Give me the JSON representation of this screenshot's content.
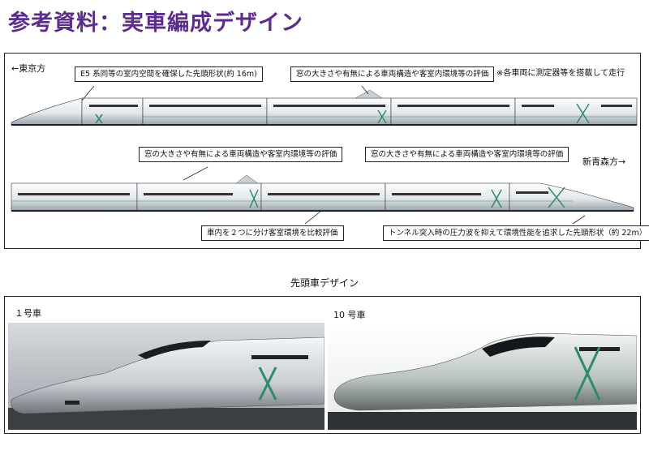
{
  "header": {
    "title": "参考資料：実車編成デザイン"
  },
  "formation": {
    "left_direction": "←東京方",
    "right_direction": "新青森方→",
    "note": "※各車両に測定器等を搭載して走行",
    "callouts": {
      "e5_nose": "E5 系同等の室内空間を確保した先頭形状(約 16m)",
      "window_top_1": "窓の大きさや有無による車両構造や客室内環境等の評価",
      "window_mid_left": "窓の大きさや有無による車両構造や客室内環境等の評価",
      "window_mid_right": "窓の大きさや有無による車両構造や客室内環境等の評価",
      "split_cabin": "車内を２つに分け客室環境を比較評価",
      "tunnel_nose": "トンネル突入時の圧力波を抑えて環境性能を追求した先頭形状（約 22m）"
    }
  },
  "lead_cars": {
    "section_title": "先頭車デザイン",
    "car1_label": "１号車",
    "car10_label": "10 号車"
  },
  "colors": {
    "title": "#5b2c8e",
    "accent_green": "#2e8b6a",
    "body": "#eef1f4"
  }
}
